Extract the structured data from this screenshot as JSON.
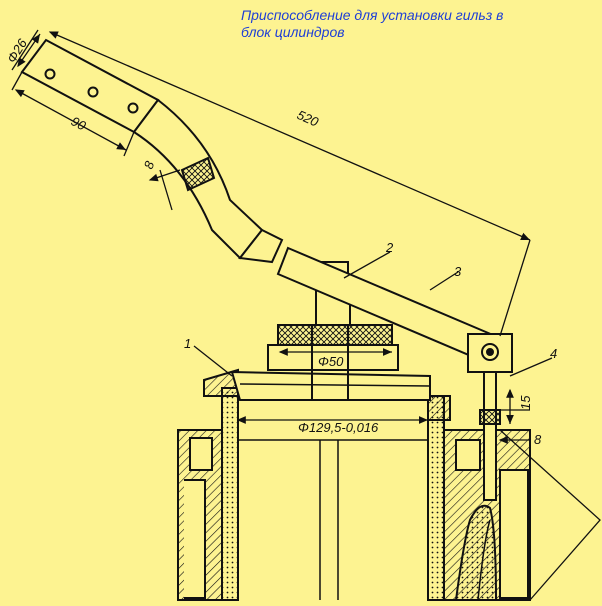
{
  "caption": {
    "line1": "Приспособление для установки гильз в",
    "line2": "блок цилиндров"
  },
  "callouts": {
    "c1": "1",
    "c2": "2",
    "c3": "3",
    "c4": "4"
  },
  "dimensions": {
    "handle_diameter": "Φ26",
    "grip_length": "90",
    "lever_length": "520",
    "bend_thickness": "8",
    "hub_diameter": "Φ50",
    "sleeve_diameter": "Φ129,5-0,016",
    "pin_height": "15",
    "block_step": "8"
  },
  "colors": {
    "background": "#fdf391",
    "caption": "#1f3fd6",
    "line": "#111111"
  }
}
